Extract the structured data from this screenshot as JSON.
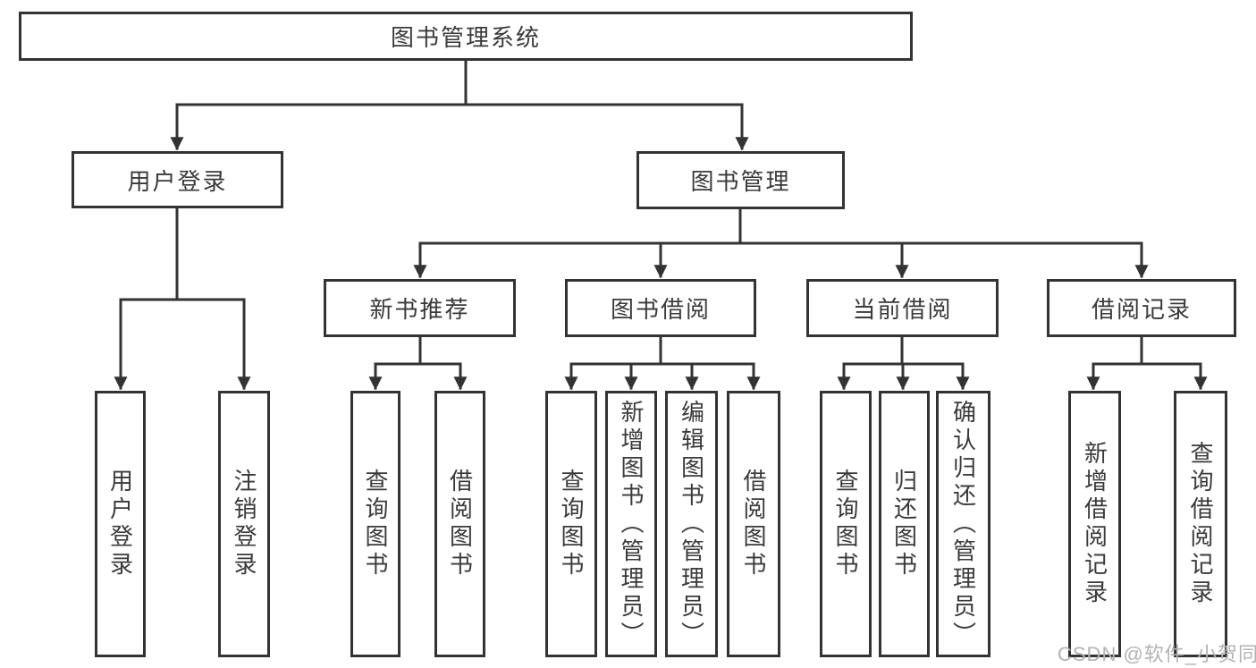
{
  "diagram": {
    "title": "图书管理系统",
    "level2": {
      "user_login": "用户登录",
      "book_management": "图书管理"
    },
    "level3": {
      "new_books": "新书推荐",
      "borrowing": "图书借阅",
      "current": "当前借阅",
      "records": "借阅记录"
    },
    "leaves": {
      "user_login": [
        "用户登录",
        "注销登录"
      ],
      "new_books": [
        "查询图书",
        "借阅图书"
      ],
      "borrowing": [
        "查询图书",
        "新增图书（管理员）",
        "编辑图书（管理员）",
        "借阅图书"
      ],
      "current": [
        "查询图书",
        "归还图书",
        "确认归还（管理员）"
      ],
      "records": [
        "新增借阅记录",
        "查询借阅记录"
      ]
    }
  },
  "watermark": {
    "text": "CSDN @软件_小贺同学"
  },
  "colors": {
    "line": "#333333",
    "text": "#3a3a3a",
    "watermark": "#b3b3b3",
    "background": "#ffffff"
  }
}
